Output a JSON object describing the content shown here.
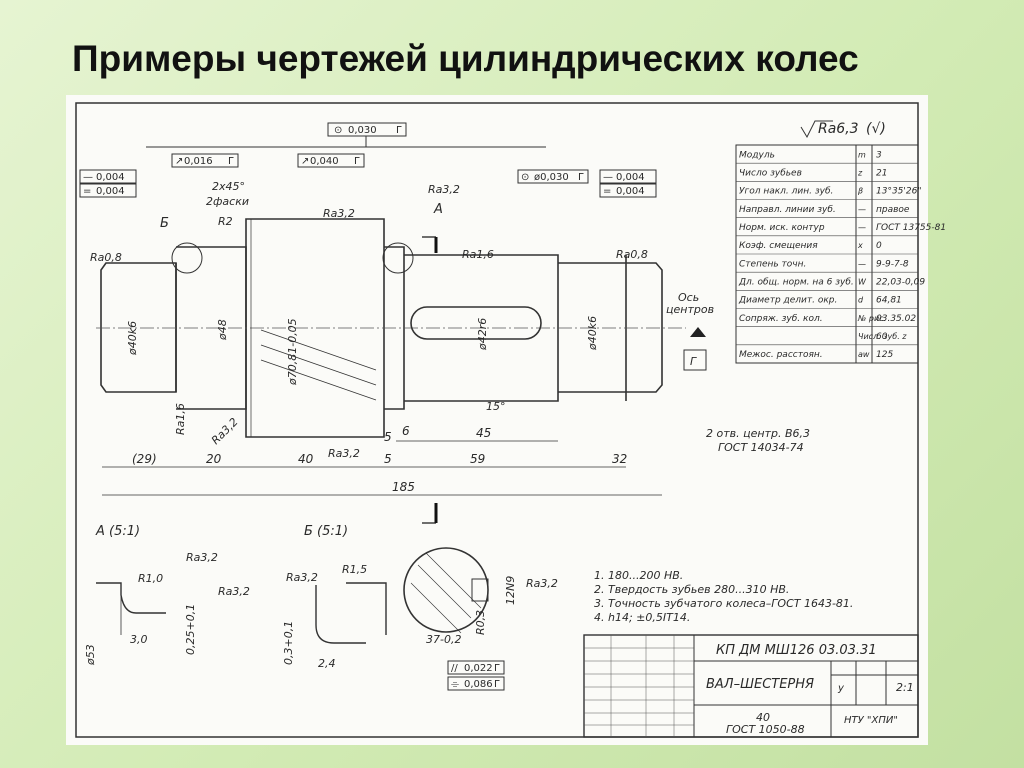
{
  "slide": {
    "title": "Примеры чертежей цилиндрических колес"
  },
  "drawing": {
    "roughness_general": "Ra6,3",
    "roughness_general_suffix": "(√)",
    "tolerances": {
      "top_runout": "0,030",
      "top_runout_base": "Г",
      "left_straight_1": "0,004",
      "left_straight_2": "0,004",
      "face_runout": "0,016",
      "face_runout_base": "Г",
      "gear_runout": "0,040",
      "gear_runout_base": "Г",
      "right_runout": "ø0,030",
      "right_runout_base": "Г",
      "right_straight_1": "0,004",
      "right_straight_2": "0,004",
      "bottom_parallel": "0,022",
      "bottom_parallel_base": "Г",
      "bottom_sym": "0,086",
      "bottom_sym_base": "Г"
    },
    "labels": {
      "chamfer": "2х45°",
      "chamfer_note": "2фаски",
      "radius": "R2",
      "detail_b": "Б",
      "detail_a": "А",
      "ra_left": "Ra0,8",
      "ra_gear_top": "Ra3,2",
      "ra_a": "Ra3,2",
      "ra_keyway": "Ra1,6",
      "ra_right": "Ra0,8",
      "ra_bottom_1": "Ra1,6",
      "ra_bottom_2": "Ra3,2",
      "ra_bottom_3": "Ra3,2",
      "d_left": "ø40k6",
      "d_48": "ø48",
      "d_gear": "ø70,81-0,05",
      "d_key": "ø42r6",
      "d_right": "ø40k6",
      "angle": "15°",
      "axis_label_1": "Ось",
      "axis_label_2": "центров",
      "datum": "Г",
      "center_holes": "2 отв. центр. В6,3",
      "center_holes_gost": "ГОСТ 14034-74"
    },
    "dimensions": {
      "d29": "(29)",
      "d20": "20",
      "d40": "40",
      "d5a": "5",
      "d59": "59",
      "d32": "32",
      "d185": "185",
      "d6": "6",
      "d45": "45",
      "d5b": "5"
    },
    "details": {
      "a_title": "А (5:1)",
      "a_r": "R1,0",
      "a_ra1": "Ra3,2",
      "a_ra2": "Ra3,2",
      "a_d53": "ø53",
      "a_w": "3,0",
      "a_h": "0,25+0,1",
      "b_title": "Б (5:1)",
      "b_ra": "Ra3,2",
      "b_r": "R1,5",
      "b_h": "0,3+0,1",
      "b_w": "2,4",
      "s_key": "12N9",
      "s_r": "R0,3",
      "s_w": "37-0,2",
      "s_ra": "Ra3,2"
    },
    "param_table": {
      "rows": [
        {
          "name": "Модуль",
          "sym": "m",
          "val": "3"
        },
        {
          "name": "Число зубьев",
          "sym": "z",
          "val": "21"
        },
        {
          "name": "Угол накл. лин. зуб.",
          "sym": "β",
          "val": "13°35'26\""
        },
        {
          "name": "Направл. линии зуб.",
          "sym": "—",
          "val": "правое"
        },
        {
          "name": "Норм. иск. контур",
          "sym": "—",
          "val": "ГОСТ 13755-81"
        },
        {
          "name": "Коэф. смещения",
          "sym": "x",
          "val": "0"
        },
        {
          "name": "Степень точн.",
          "sym": "—",
          "val": "9-9-7-8"
        },
        {
          "name": "Дл. общ. норм. на 6 зуб.",
          "sym": "W",
          "val": "22,03-0,09"
        },
        {
          "name": "Диаметр делит. окр.",
          "sym": "d",
          "val": "64,81"
        },
        {
          "name": "Сопряж. зуб. кол.",
          "sym": "№ рис.",
          "val": "03.35.02"
        },
        {
          "name": "",
          "sym": "Числ. зуб. z",
          "val": "60"
        },
        {
          "name": "Межос. расстоян.",
          "sym": "aw",
          "val": "125"
        }
      ]
    },
    "notes": [
      "1. 180...200 НВ.",
      "2. Твердость зубьев 280...310 НВ.",
      "3. Точность зубчатого колеса–ГОСТ 1643-81.",
      "4. h14;  ±0,5IT14."
    ],
    "title_block": {
      "code": "КП ДМ МШ126 03.03.31",
      "name": "ВАЛ–ШЕСТЕРНЯ",
      "material_1": "40",
      "material_2": "ГОСТ 1050-88",
      "scale": "2:1",
      "org": "НТУ \"ХПИ\"",
      "lit": "у"
    }
  }
}
